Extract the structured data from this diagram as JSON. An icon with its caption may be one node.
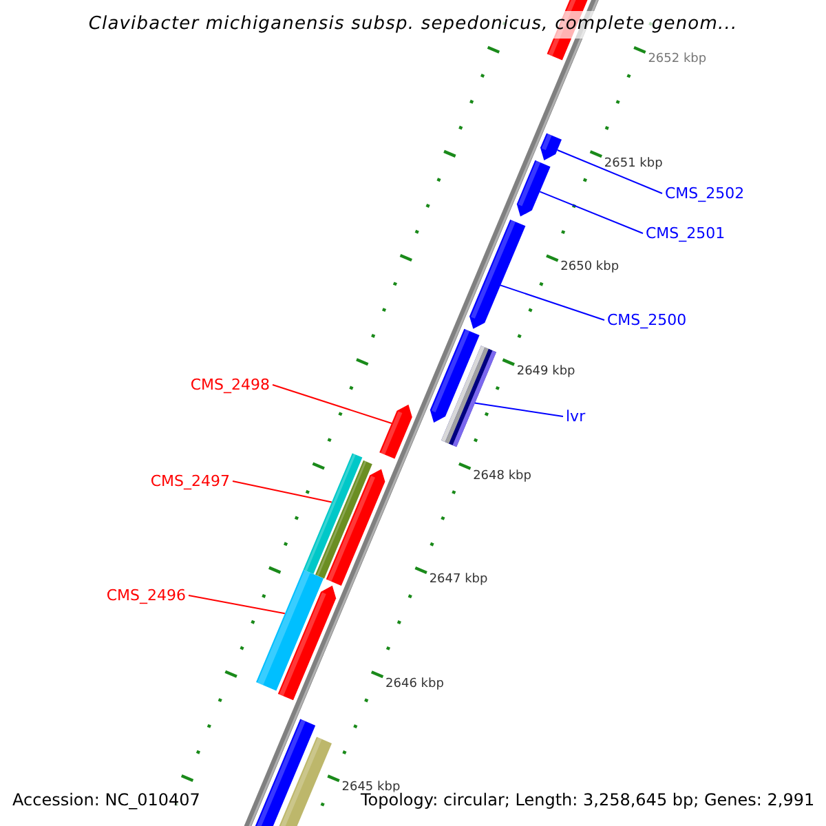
{
  "diagram": {
    "title": "Clavibacter michiganensis subsp. sepedonicus, complete genom...",
    "nodes": [
      {
        "text": [
          "CMS_2502"
        ]
      },
      {
        "text": [
          "CMS_2501"
        ]
      },
      {
        "text": [
          "CMS_2500"
        ]
      },
      {
        "text": [
          "lvr"
        ]
      },
      {
        "text": [
          "CMS_2498"
        ]
      },
      {
        "text": [
          "CMS_2497"
        ]
      },
      {
        "text": [
          "CMS_2496"
        ]
      },
      {
        "text": [],
        "shape": "bar"
      },
      {
        "text": [],
        "shape": "bar"
      },
      {
        "text": [],
        "shape": "bar"
      },
      {
        "text": [],
        "shape": "bar"
      },
      {
        "text": [],
        "shape": "bar"
      },
      {
        "text": [],
        "shape": "bar"
      },
      {
        "text": [],
        "shape": "bar"
      }
    ],
    "edges": [
      {
        "from": 0,
        "to": 7,
        "arrow": "none"
      },
      {
        "from": 1,
        "to": 8,
        "arrow": "none"
      },
      {
        "from": 2,
        "to": 9,
        "arrow": "none"
      },
      {
        "from": 3,
        "to": 10,
        "arrow": "none"
      },
      {
        "from": 4,
        "to": 11,
        "arrow": "none",
        "color": "#ff0000"
      },
      {
        "from": 5,
        "to": 12,
        "arrow": "none",
        "color": "#ff0000"
      },
      {
        "from": 6,
        "to": 13,
        "arrow": "none",
        "color": "#ff0000"
      }
    ],
    "labels": [
      "2652 kbp",
      "2651 kbp",
      "2650 kbp",
      "2649 kbp",
      "2648 kbp",
      "2647 kbp",
      "2646 kbp",
      "2645 kbp",
      "Accession: NC_010407",
      "Topology: circular; Length: 3,258,645 bp; Genes: 2,991"
    ]
  }
}
